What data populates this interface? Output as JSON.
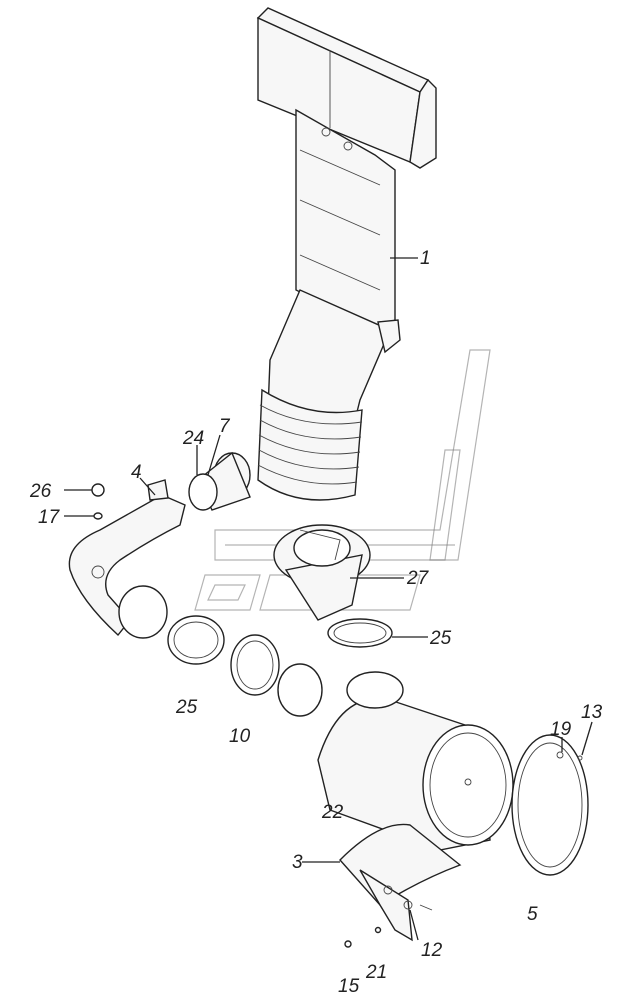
{
  "diagram": {
    "callouts": [
      {
        "id": "c1",
        "text": "1"
      },
      {
        "id": "c7",
        "text": "7"
      },
      {
        "id": "c24",
        "text": "24"
      },
      {
        "id": "c4",
        "text": "4"
      },
      {
        "id": "c26",
        "text": "26"
      },
      {
        "id": "c17",
        "text": "17"
      },
      {
        "id": "c27",
        "text": "27"
      },
      {
        "id": "c25a",
        "text": "25"
      },
      {
        "id": "c25b",
        "text": "25"
      },
      {
        "id": "c10",
        "text": "10"
      },
      {
        "id": "c22",
        "text": "22"
      },
      {
        "id": "c19",
        "text": "19"
      },
      {
        "id": "c13",
        "text": "13"
      },
      {
        "id": "c5",
        "text": "5"
      },
      {
        "id": "c3",
        "text": "3"
      },
      {
        "id": "c12",
        "text": "12"
      },
      {
        "id": "c21",
        "text": "21"
      },
      {
        "id": "c15",
        "text": "15"
      }
    ]
  }
}
